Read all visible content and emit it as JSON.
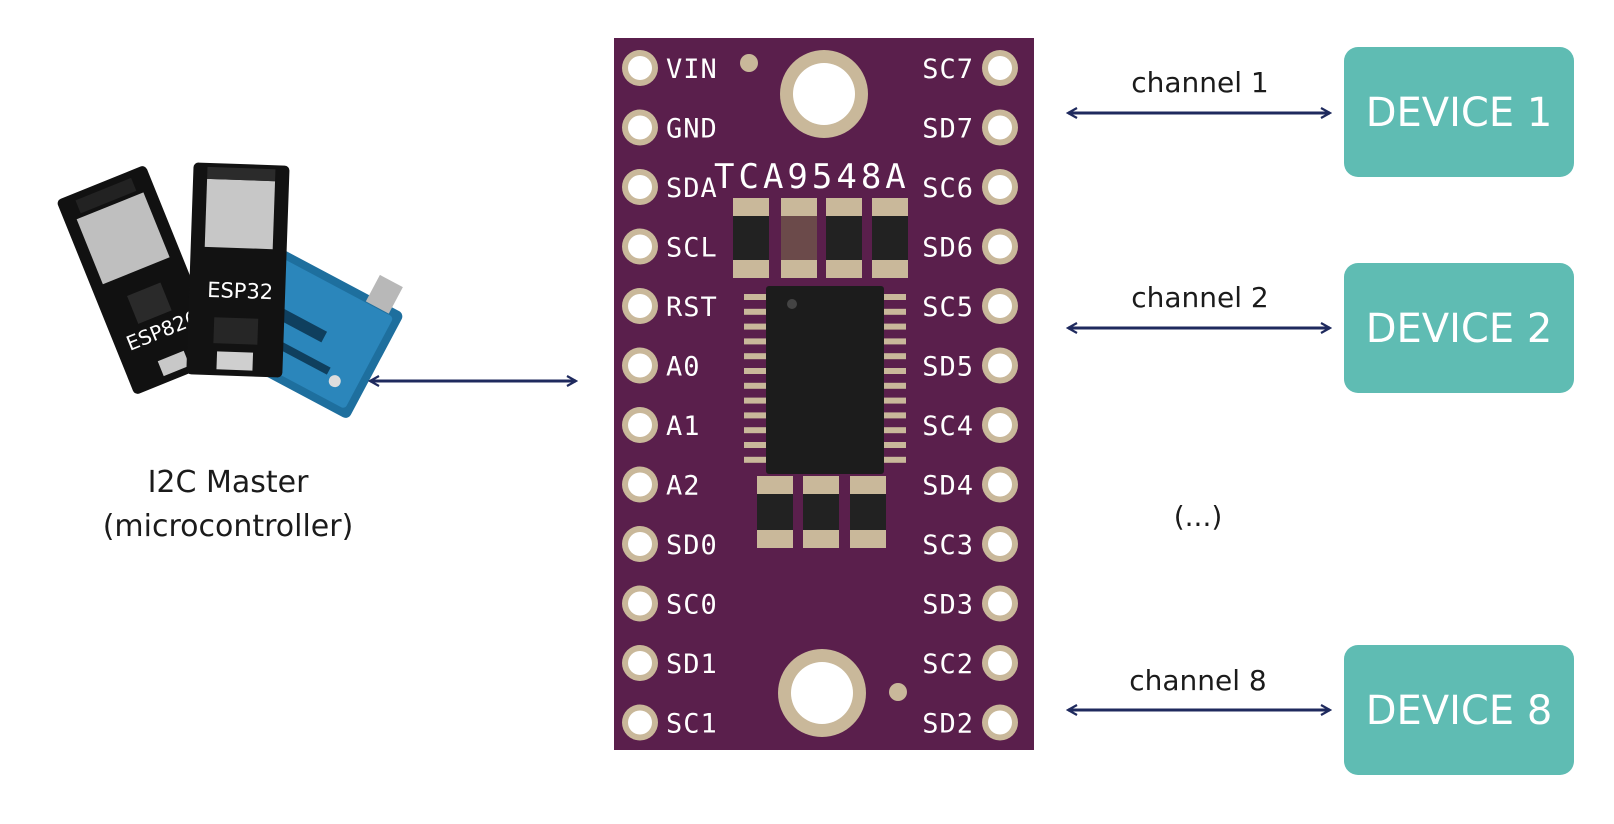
{
  "master": {
    "label_line1": "I2C Master",
    "label_line2": "(microcontroller)",
    "boards": [
      "ESP8266",
      "ESP32"
    ]
  },
  "multiplexer": {
    "name": "TCA9548A",
    "left_pins": [
      "VIN",
      "GND",
      "SDA",
      "SCL",
      "RST",
      "A0",
      "A1",
      "A2",
      "SD0",
      "SC0",
      "SD1",
      "SC1"
    ],
    "right_pins": [
      "SC7",
      "SD7",
      "SC6",
      "SD6",
      "SC5",
      "SD5",
      "SC4",
      "SD4",
      "SC3",
      "SD3",
      "SC2",
      "SD2"
    ]
  },
  "channels": [
    {
      "label": "channel 1",
      "device": "DEVICE 1"
    },
    {
      "label": "channel 2",
      "device": "DEVICE 2"
    },
    {
      "label": "channel 8",
      "device": "DEVICE 8"
    }
  ],
  "ellipsis": "(...)",
  "colors": {
    "board": "#5a1f4c",
    "pad": "#ffffff",
    "device": "#5fbcb3",
    "arrow": "#1f2a5e",
    "pad_ring": "#c9b89a"
  }
}
